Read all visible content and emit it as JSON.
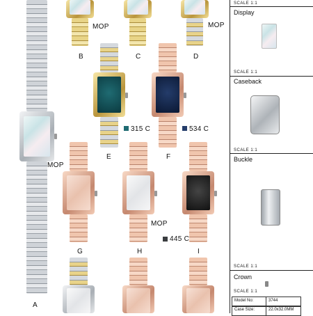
{
  "labels": {
    "mop": "MOP",
    "letters": [
      "A",
      "B",
      "C",
      "D",
      "E",
      "F",
      "G",
      "H",
      "I"
    ]
  },
  "colors_codes": [
    {
      "code": "315 C",
      "color": "#1f6b72"
    },
    {
      "code": "534 C",
      "color": "#243c6a"
    },
    {
      "code": "445 C",
      "color": "#3a3d40"
    }
  ],
  "panel": {
    "display": {
      "scale": "SCALE 1:1",
      "title": "Display"
    },
    "caseback": {
      "scale": "SCALE 1:1",
      "title": "Caseback"
    },
    "buckle": {
      "scale": "SCALE 1:1",
      "title": "Buckle"
    },
    "crown": {
      "scale": "SCALE 1:1",
      "title": "Crown"
    },
    "specs": {
      "scale": "SCALE 1:1"
    },
    "spec_rows": [
      {
        "key": "Model No:",
        "value": "3744"
      },
      {
        "key": "Case Size:",
        "value": "22.0x32.0MM"
      }
    ]
  },
  "watch_styles": [
    {
      "id": "A",
      "metal": "silver",
      "dial": "mop"
    },
    {
      "id": "B",
      "metal": "gold",
      "dial": "mop"
    },
    {
      "id": "C",
      "metal": "gold",
      "dial": "mop"
    },
    {
      "id": "D",
      "metal": "two",
      "dial": "mop"
    },
    {
      "id": "E",
      "metal": "gold",
      "dial": "teal"
    },
    {
      "id": "F",
      "metal": "rose",
      "dial": "navy"
    },
    {
      "id": "G",
      "metal": "rose",
      "dial": "pink"
    },
    {
      "id": "H",
      "metal": "rose",
      "dial": "white"
    },
    {
      "id": "I",
      "metal": "rose",
      "dial": "black"
    }
  ]
}
